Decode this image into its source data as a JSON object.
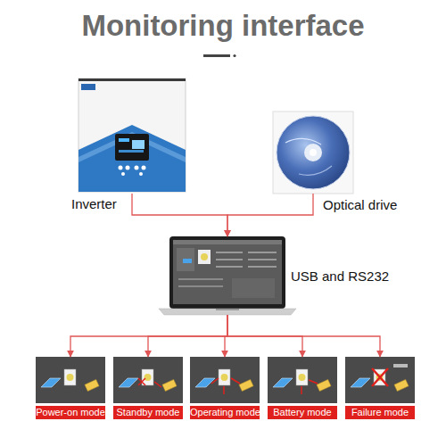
{
  "diagram": {
    "title": "Monitoring interface",
    "nodes": [
      {
        "text": [
          "Inverter"
        ]
      },
      {
        "text": [
          "Optical drive"
        ]
      },
      {
        "text": [
          "USB and RS232"
        ]
      },
      {
        "text": [
          "Power-on mode"
        ]
      },
      {
        "text": [
          "Standby mode"
        ]
      },
      {
        "text": [
          "Operating mode"
        ]
      },
      {
        "text": [
          "Battery mode"
        ]
      },
      {
        "text": [
          "Failure mode"
        ]
      }
    ],
    "edges": [
      {
        "from": 0,
        "to": 2,
        "arrow": "to"
      },
      {
        "from": 1,
        "to": 2,
        "arrow": "to"
      },
      {
        "from": 2,
        "to": 3,
        "arrow": "to"
      },
      {
        "from": 2,
        "to": 4,
        "arrow": "to"
      },
      {
        "from": 2,
        "to": 5,
        "arrow": "to"
      },
      {
        "from": 2,
        "to": 6,
        "arrow": "to"
      },
      {
        "from": 2,
        "to": 7,
        "arrow": "to"
      }
    ]
  }
}
